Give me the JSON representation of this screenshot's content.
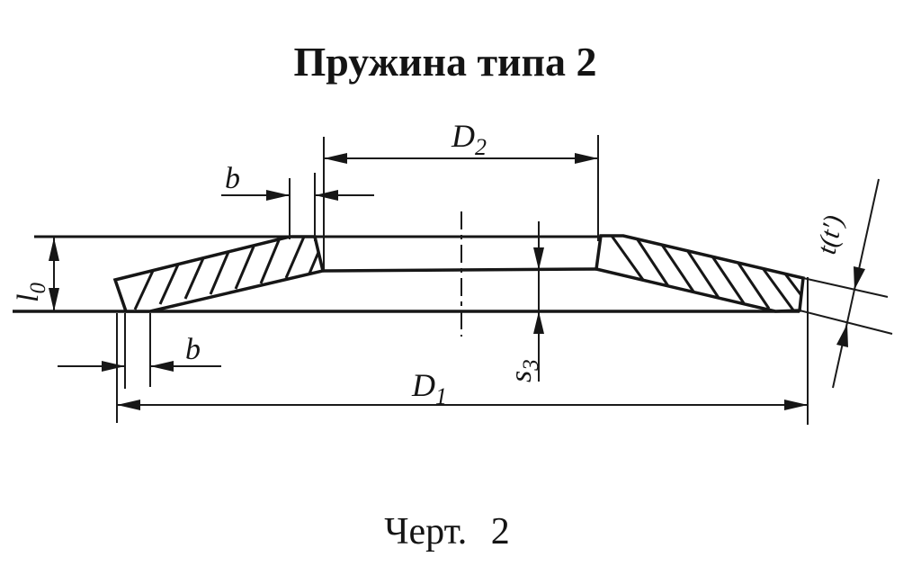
{
  "title": "Пружина типа 2",
  "caption": "Черт. 2",
  "colors": {
    "ink": "#151515",
    "background": "#ffffff"
  },
  "dimension_labels": {
    "inner_diameter": {
      "base": "D",
      "sub": "2"
    },
    "outer_diameter": {
      "base": "D",
      "sub": "1"
    },
    "free_height": {
      "base": "l",
      "sub": "0"
    },
    "gap_height": {
      "base": "s",
      "sub": "3"
    },
    "flat_width_top": "b",
    "flat_width_bottom": "b",
    "thickness": "t(t′)"
  }
}
